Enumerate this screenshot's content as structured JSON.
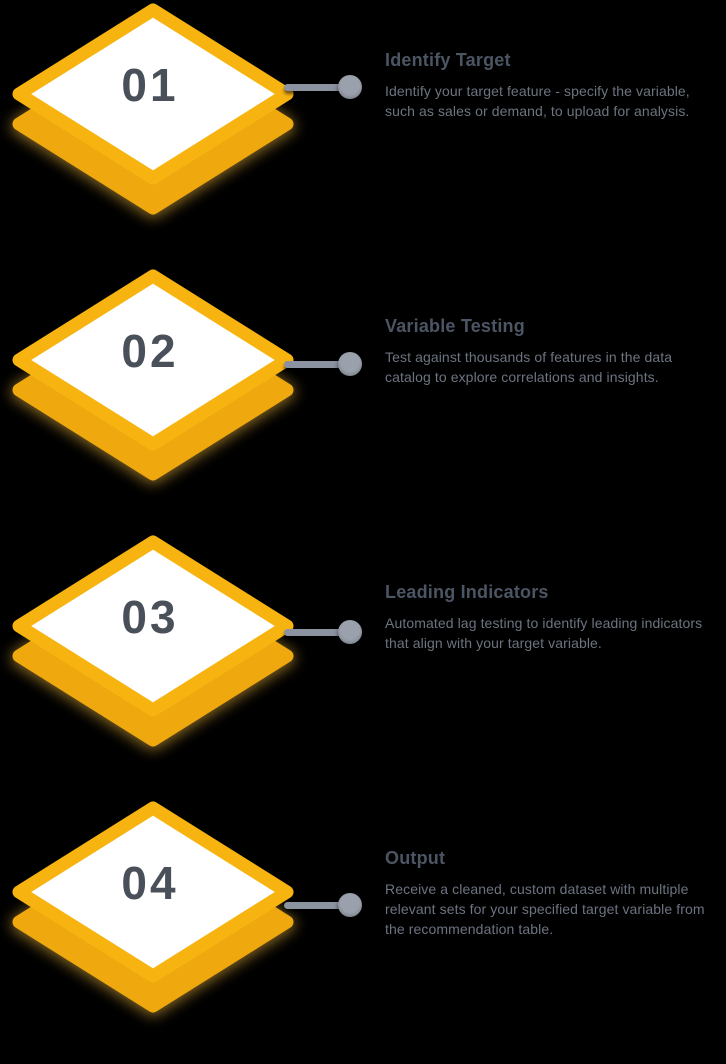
{
  "colors": {
    "page_bg": "#000000",
    "diamond_face": "#FFFFFF",
    "diamond_rim": "#F7B411",
    "diamond_side": "#EFA90E",
    "diamond_glow": "#F4BC3F",
    "number_text": "#495059",
    "title_text": "#4C5563",
    "body_text": "#6C7480",
    "connector": "#8B92A0",
    "connector_dot": "#9AA1AC"
  },
  "steps": [
    {
      "number": "01",
      "title": "Identify Target",
      "description": "Identify your target feature - specify the variable, such as sales or demand, to upload for analysis."
    },
    {
      "number": "02",
      "title": "Variable Testing",
      "description": "Test against thousands of features in the data catalog to explore correlations and insights."
    },
    {
      "number": "03",
      "title": "Leading Indicators",
      "description": "Automated lag testing to identify leading indicators that align with your target variable."
    },
    {
      "number": "04",
      "title": "Output",
      "description": "Receive a cleaned, custom dataset with multiple relevant sets for your specified target variable from the recommendation table."
    }
  ]
}
